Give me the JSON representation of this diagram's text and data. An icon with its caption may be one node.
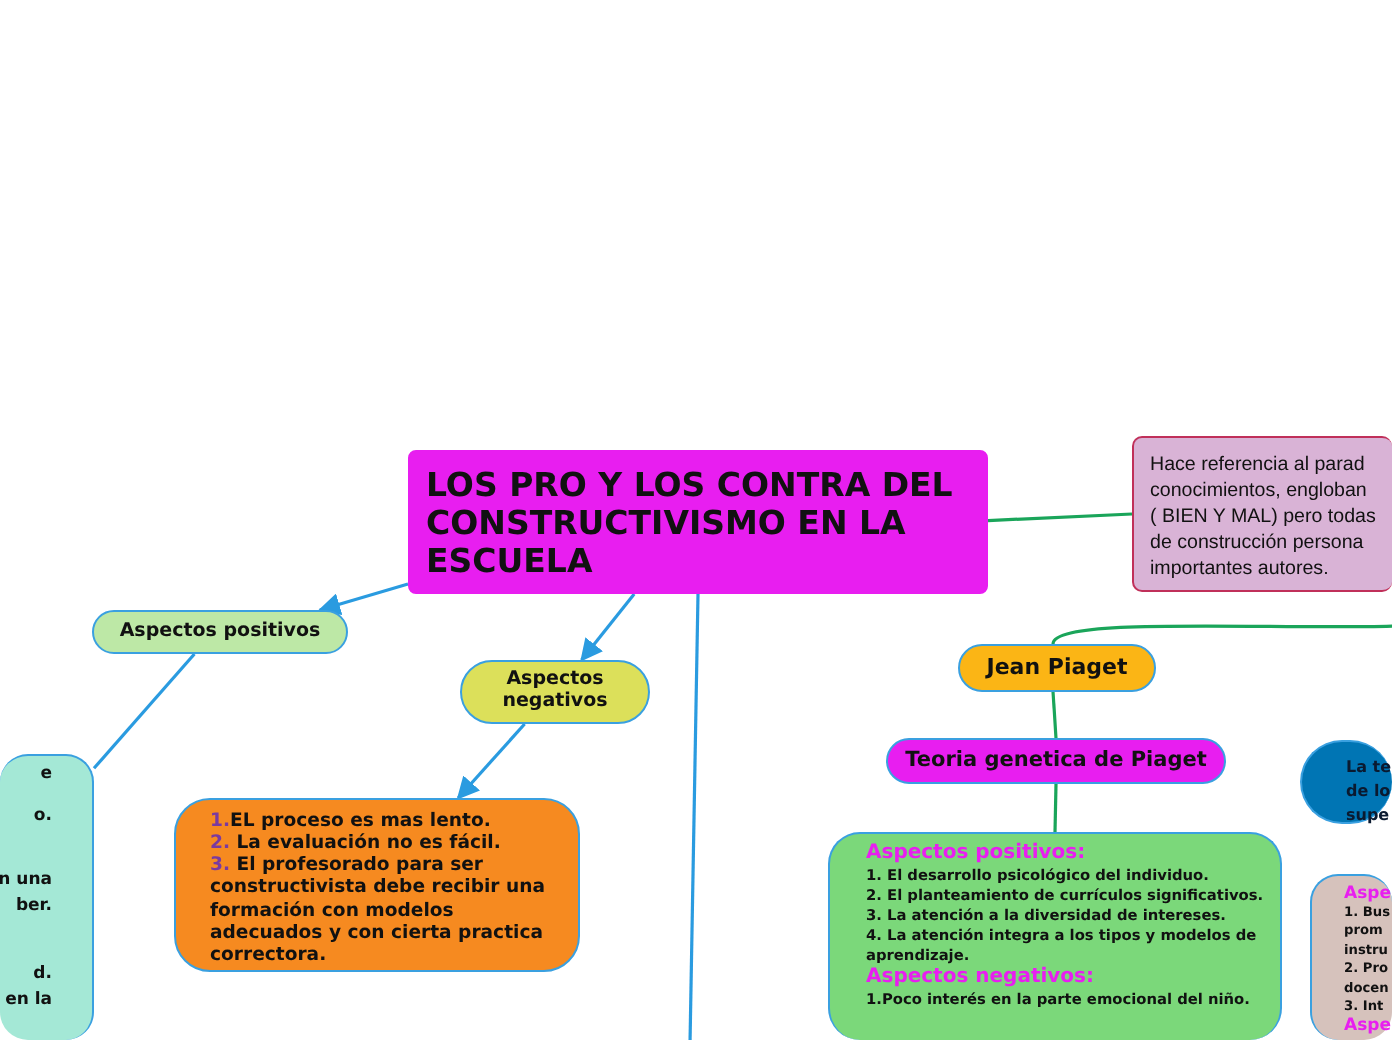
{
  "diagram": {
    "nodes": [
      {
        "text": [
          "LOS PRO Y LOS CONTRA DEL CONSTRUCTIVISMO EN LA ESCUELA"
        ]
      },
      {
        "text": [
          "Hace referencia al parad",
          "conocimientos, engloban",
          "( BIEN Y MAL) pero todas",
          "de construcción persona",
          "importantes autores."
        ]
      },
      {
        "text": [
          "Aspectos positivos"
        ]
      },
      {
        "text": [
          "Aspectos negativos"
        ]
      },
      {
        "text": [
          "e",
          "o.",
          "n una",
          "ber.",
          "d.",
          "en la"
        ]
      },
      {
        "text": [
          "1.EL proceso es mas lento.",
          "2. La evaluación no es fácil.",
          "3. El profesorado para ser constructivista debe recibir una formación con modelos adecuados y con cierta practica correctora."
        ]
      },
      {
        "text": [
          "Jean Piaget"
        ]
      },
      {
        "text": [
          "Teoria genetica de Piaget"
        ]
      },
      {
        "text": [
          "La te",
          "de lo",
          "supe"
        ]
      },
      {
        "text": [
          "Aspectos positivos:",
          "1. El desarrollo psicológico del individuo.",
          "2. El planteamiento de currículos significativos.",
          "3. La atención a la diversidad de intereses.",
          "4. La atención integra a los tipos y modelos de aprendizaje.",
          "Aspectos negativos:",
          "1.Poco interés en la parte emocional del niño."
        ]
      },
      {
        "text": [
          "Aspe",
          "1. Bus",
          "prom",
          "instru",
          "2. Pro",
          "docen",
          "3. Int",
          "Aspe"
        ]
      }
    ],
    "edges": [
      {
        "from": 0,
        "to": 2,
        "arrow": "to"
      },
      {
        "from": 2,
        "to": 4,
        "arrow": "none"
      },
      {
        "from": 0,
        "to": 3,
        "arrow": "to"
      },
      {
        "from": 3,
        "to": 5,
        "arrow": "to"
      },
      {
        "from": 0,
        "to": null,
        "arrow": "none"
      },
      {
        "from": 0,
        "to": 1,
        "arrow": "none",
        "color": "#1aa55a"
      },
      {
        "from": null,
        "to": 6,
        "arrow": "none",
        "color": "#1aa55a"
      },
      {
        "from": 6,
        "to": 7,
        "arrow": "none",
        "color": "#1aa55a"
      },
      {
        "from": 7,
        "to": 9,
        "arrow": "none",
        "color": "#1aa55a"
      }
    ]
  }
}
